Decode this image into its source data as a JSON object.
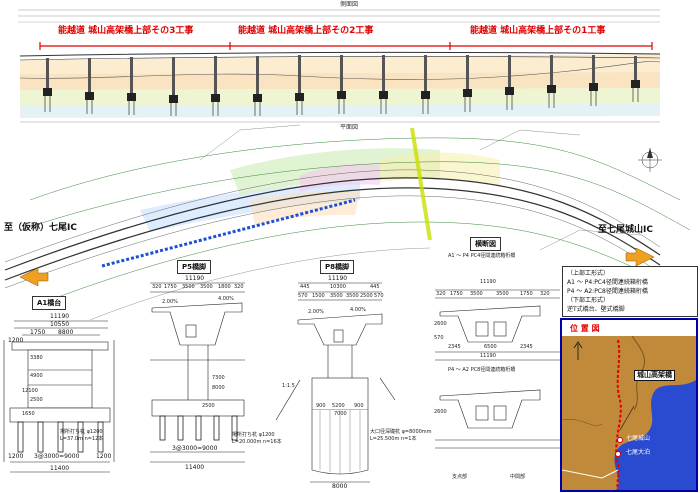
{
  "side_view": {
    "title": "側面図",
    "works": [
      "能越道 城山高架橋上部その3工事",
      "能越道 城山高架橋上部その2工事",
      "能越道 城山高架橋上部その1工事"
    ]
  },
  "plan_view": {
    "title": "平面図",
    "dir_left": "至（仮称）七尾IC",
    "dir_right": "至七尾城山IC"
  },
  "a1": {
    "label": "A1橋台",
    "d_total": "11190",
    "d_inner": "10550",
    "d_mid": "8800",
    "d_1750": "1750",
    "d_1200": "1200",
    "pile_note_1": "場所打ち杭 φ1200",
    "pile_note_2": "L=37.0m n=12本",
    "bottom_total": "11400",
    "bottom_breakdown": "3@3000=9000",
    "v1": "3380",
    "v2": "4900",
    "v3": "12100",
    "v4": "2500",
    "v5": "1650"
  },
  "p5": {
    "label": "P5橋脚",
    "d_total": "11190",
    "d_1": "320",
    "d_2": "1750",
    "d_3": "3500",
    "d_4": "3500",
    "d_5": "1800",
    "d_6": "320",
    "pct_left": "2.00%",
    "pct_right": "4.00%",
    "pile_note_1": "場所打ち杭 φ1200",
    "pile_note_2": "L=20.000m n=16本",
    "bottom_breakdown": "3@3000=9000",
    "bottom_total": "11400",
    "v1": "7300",
    "v2": "8000",
    "v3": "2500"
  },
  "p8": {
    "label": "P8橋脚",
    "d_total": "11190",
    "d_1": "445",
    "d_2": "10300",
    "d_3": "445",
    "d_4": "570",
    "d_5": "1500",
    "d_6": "3500",
    "d_7": "3500",
    "d_8": "2500",
    "d_9": "570",
    "pct_left": "2.00%",
    "pct_right": "4.00%",
    "slope": "1:1.5",
    "cyl_note_1": "大口径深礎杭 φ=8000mm",
    "cyl_note_2": "L=25.500m n=1本",
    "v1": "900",
    "v2": "5200",
    "v3": "7000",
    "v4": "900",
    "bottom_total": "8000"
  },
  "cross": {
    "label": "横断図",
    "row1": "A1 ～ P4 PC4径間連続箱桁橋",
    "row2": "P4 ～ A2 PC8径間連続箱桁橋",
    "d_total": "11190",
    "d_1": "320",
    "d_2": "1750",
    "d_3": "3500",
    "d_4": "3500",
    "d_5": "1750",
    "d_6": "320",
    "d_7": "570",
    "d_8": "2345",
    "d_9": "6500",
    "d_10": "2345",
    "d_11": "11190",
    "v1": "2600",
    "v2": "2600",
    "caption_left": "支点部",
    "caption_right": "中間部"
  },
  "legend": {
    "heading_upper": "（上部工形式）",
    "line1": "A1 ～ P4:PC4径間連続箱桁橋",
    "line2": "P4 ～ A2:PC8径間連続箱桁橋",
    "heading_lower": "（下部工形式）",
    "line3": "逆T式橋台、壁式橋脚"
  },
  "location_map": {
    "title": "位 置 図",
    "bridge_label": "城山高架橋",
    "ic1": "七尾城山",
    "ic2": "七尾大泊"
  },
  "colors": {
    "red_text": "#e00000",
    "arrow_orange": "#f0a020",
    "dashed_blue": "#1a4fd8",
    "map_border": "#0000aa",
    "land_brown": "#c08a3a",
    "sea_blue": "#2a4bd0"
  }
}
